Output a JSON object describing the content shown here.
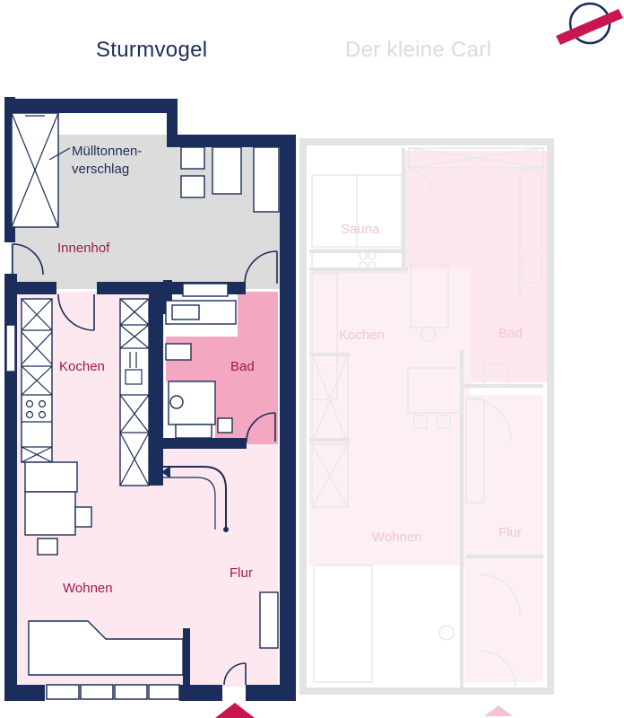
{
  "tabs": [
    {
      "label": "Sturmvogel",
      "active": true
    },
    {
      "label": "Der kleine Carl",
      "active": false
    }
  ],
  "plan_a": {
    "rooms": {
      "innenhof": "Innenhof",
      "kochen": "Kochen",
      "bad": "Bad",
      "wohnen": "Wohnen",
      "flur": "Flur"
    },
    "annotation_line1": "Mülltonnen-",
    "annotation_line2": "verschlag"
  },
  "plan_b": {
    "rooms": {
      "sauna": "Sauna",
      "kochen": "Kochen",
      "bad": "Bad",
      "wohnen": "Wohnen",
      "flur": "Flur"
    }
  },
  "colors": {
    "wall": "#1b2d5a",
    "accent": "#c8174f",
    "courtyard": "#dcdcdc",
    "bath": "#f4a7c0",
    "room_tint": "#fde8ef",
    "faded_wall": "#e4e4e6"
  },
  "logo": {
    "icon": "globe-ribbon-logo"
  }
}
